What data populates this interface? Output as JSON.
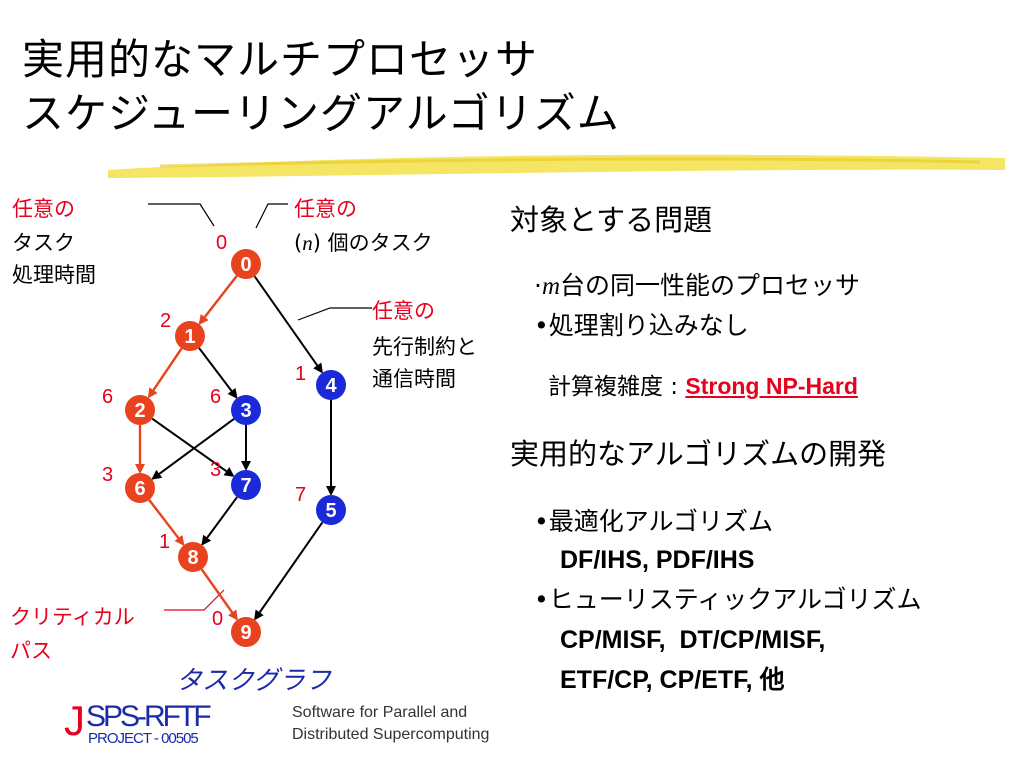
{
  "title": {
    "line1": "実用的なマルチプロセッサ",
    "line2": "スケジューリングアルゴリズム"
  },
  "colors": {
    "critical": "#e8421e",
    "normal": "#1a2ad8",
    "accent_red": "#e8001c",
    "underline": "#f3e04a"
  },
  "annotations": {
    "task_time": {
      "line1": "任意の",
      "line2": "タスク",
      "line3": "処理時間"
    },
    "n_tasks": {
      "line1": "任意の",
      "n": "n",
      "rest": "個のタスク"
    },
    "precedence": {
      "line1": "任意の",
      "line2": "先行制約と",
      "line3": "通信時間"
    },
    "critical_path": {
      "line1": "クリティカル",
      "line2": "パス"
    }
  },
  "graph": {
    "caption": "タスクグラフ",
    "nodes": [
      {
        "id": "0",
        "label": "0",
        "weight": "0",
        "critical": true
      },
      {
        "id": "1",
        "label": "1",
        "weight": "2",
        "critical": true
      },
      {
        "id": "2",
        "label": "2",
        "weight": "6",
        "critical": true
      },
      {
        "id": "3",
        "label": "3",
        "weight": "6",
        "critical": false
      },
      {
        "id": "4",
        "label": "4",
        "weight": "1",
        "critical": false
      },
      {
        "id": "6",
        "label": "6",
        "weight": "3",
        "critical": true
      },
      {
        "id": "7",
        "label": "7",
        "weight": "3",
        "critical": false
      },
      {
        "id": "5",
        "label": "5",
        "weight": "7",
        "critical": false
      },
      {
        "id": "8",
        "label": "8",
        "weight": "1",
        "critical": true
      },
      {
        "id": "9",
        "label": "9",
        "weight": "0",
        "critical": true
      }
    ],
    "edges": [
      {
        "from": "0",
        "to": "1",
        "critical": true
      },
      {
        "from": "0",
        "to": "4",
        "critical": false
      },
      {
        "from": "1",
        "to": "2",
        "critical": true
      },
      {
        "from": "1",
        "to": "3",
        "critical": false
      },
      {
        "from": "2",
        "to": "6",
        "critical": true
      },
      {
        "from": "2",
        "to": "7",
        "critical": false
      },
      {
        "from": "3",
        "to": "6",
        "critical": false
      },
      {
        "from": "3",
        "to": "7",
        "critical": false
      },
      {
        "from": "4",
        "to": "5",
        "critical": false
      },
      {
        "from": "6",
        "to": "8",
        "critical": true
      },
      {
        "from": "7",
        "to": "8",
        "critical": false
      },
      {
        "from": "5",
        "to": "9",
        "critical": false
      },
      {
        "from": "8",
        "to": "9",
        "critical": true
      }
    ]
  },
  "problem": {
    "heading": "対象とする問題",
    "item1_prefix": "·",
    "item1_m": "m",
    "item1_rest": "台の同一性能のプロセッサ",
    "item2": "•処理割り込みなし",
    "complexity_label": "計算複雑度 : ",
    "complexity_value": "Strong NP-Hard"
  },
  "development": {
    "heading": "実用的なアルゴリズムの開発",
    "item1": "•最適化アルゴリズム",
    "item1_detail": "DF/IHS, PDF/IHS",
    "item2": "•ヒューリスティックアルゴリズム",
    "item2_detail1": "CP/MISF,  DT/CP/MISF,",
    "item2_detail2": "ETF/CP, CP/ETF, 他"
  },
  "logo": {
    "j": "J",
    "text": "SPS-RFTF",
    "subtext": "PROJECT - 00505"
  },
  "footer": {
    "line1": "Software for Parallel and",
    "line2": "Distributed Supercomputing"
  }
}
